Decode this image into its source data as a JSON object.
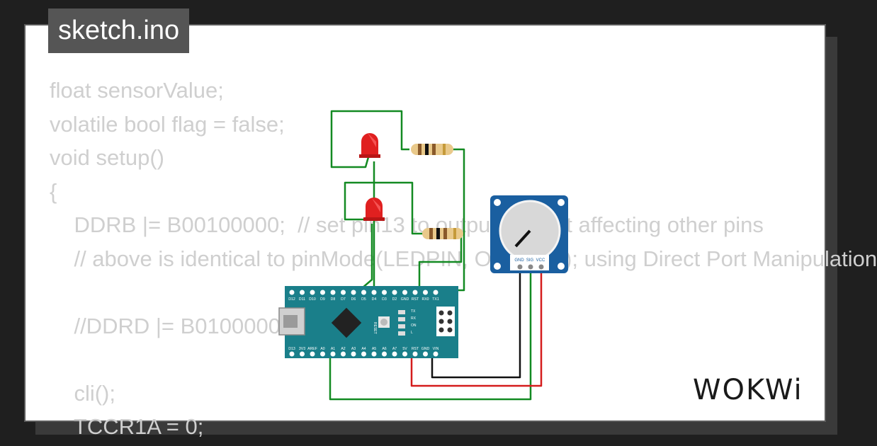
{
  "file_tab": {
    "label": "sketch.ino"
  },
  "code_lines": [
    "float sensorValue;",
    "volatile bool flag = false;",
    "void setup()",
    "{",
    "    DDRB |= B00100000;  // set pin13 to output without affecting other pins",
    "    // above is identical to pinMode(LEDPIN, OUTPUT); using Direct Port Manipulation",
    "",
    "    //DDRD |= B01000000;",
    "",
    "    cli();",
    "    TCCR1A = 0;"
  ],
  "board": {
    "name": "Arduino Nano",
    "top_pins": [
      "D12",
      "D11",
      "D10",
      "D9",
      "D8",
      "D7",
      "D6",
      "D5",
      "D4",
      "D3",
      "D2",
      "GND",
      "RST",
      "RX0",
      "TX1"
    ],
    "bottom_pins": [
      "D13",
      "3V3",
      "AREF",
      "A0",
      "A1",
      "A2",
      "A3",
      "A4",
      "A5",
      "A6",
      "A7",
      "5V",
      "RST",
      "GND",
      "VIN"
    ],
    "labels": {
      "reset": "RESET",
      "on": "ON",
      "l": "L",
      "tx": "TX",
      "rx": "RX"
    }
  },
  "potentiometer": {
    "pins": [
      "GND",
      "SIG",
      "VCC"
    ]
  },
  "logo": {
    "text": "WOKWi"
  },
  "colors": {
    "background": "#1f1f1f",
    "card": "#ffffff",
    "code_text": "#cfcfcf",
    "tab_bg": "#555555",
    "board": "#1a7f8a",
    "wire_green": "#138a22",
    "wire_red": "#d41c1c",
    "wire_black": "#111111",
    "led": "#e02020",
    "pot_board": "#1a5fa0"
  }
}
